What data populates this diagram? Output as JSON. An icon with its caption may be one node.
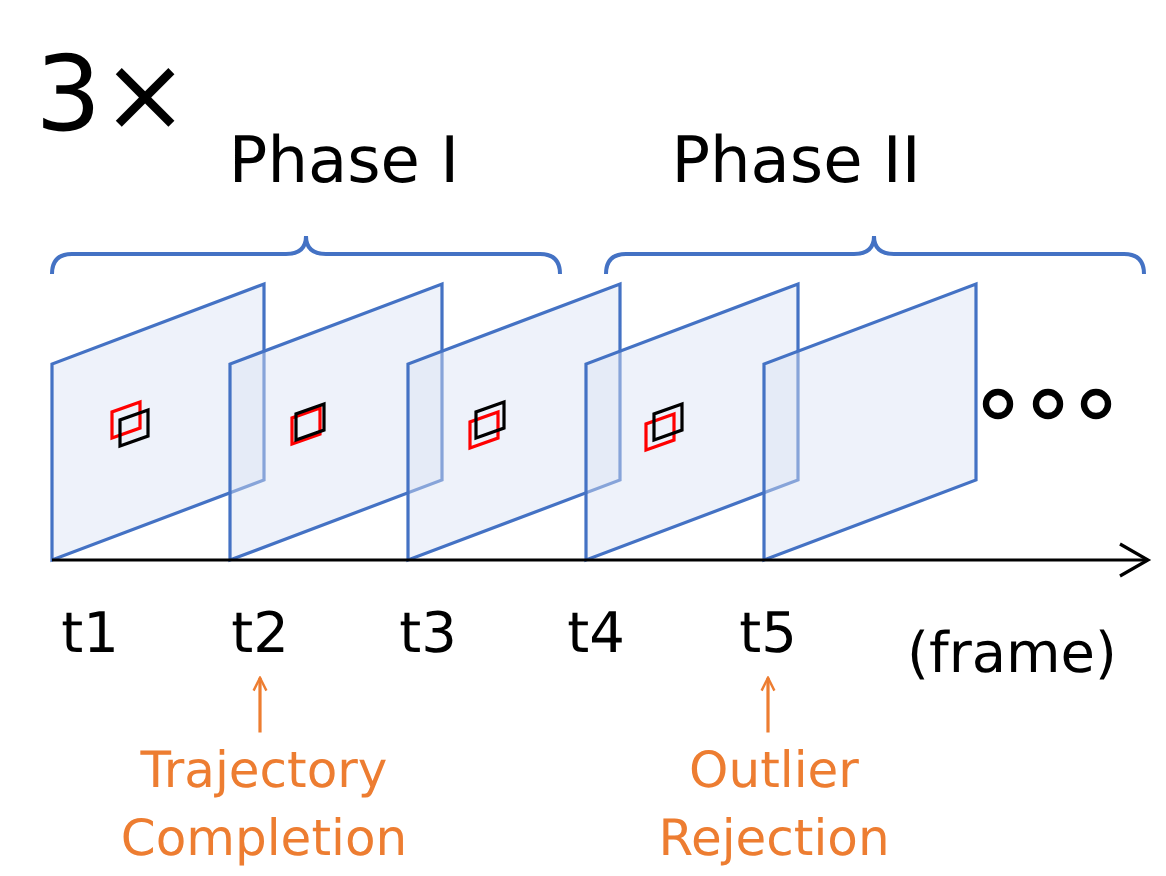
{
  "diagram": {
    "nodes": [
      {
        "text": [
          "t2"
        ]
      },
      {
        "text": [
          "Trajectory Completion"
        ]
      },
      {
        "text": [
          "t5"
        ]
      },
      {
        "text": [
          "Outlier Rejection"
        ]
      }
    ],
    "edges": [
      {
        "from": 1,
        "to": 0,
        "arrow": "to"
      },
      {
        "from": 3,
        "to": 2,
        "arrow": "to"
      }
    ],
    "labels": [
      "3×",
      "Phase I",
      "Phase II",
      "t1",
      "t3",
      "t4",
      "(frame)"
    ]
  }
}
